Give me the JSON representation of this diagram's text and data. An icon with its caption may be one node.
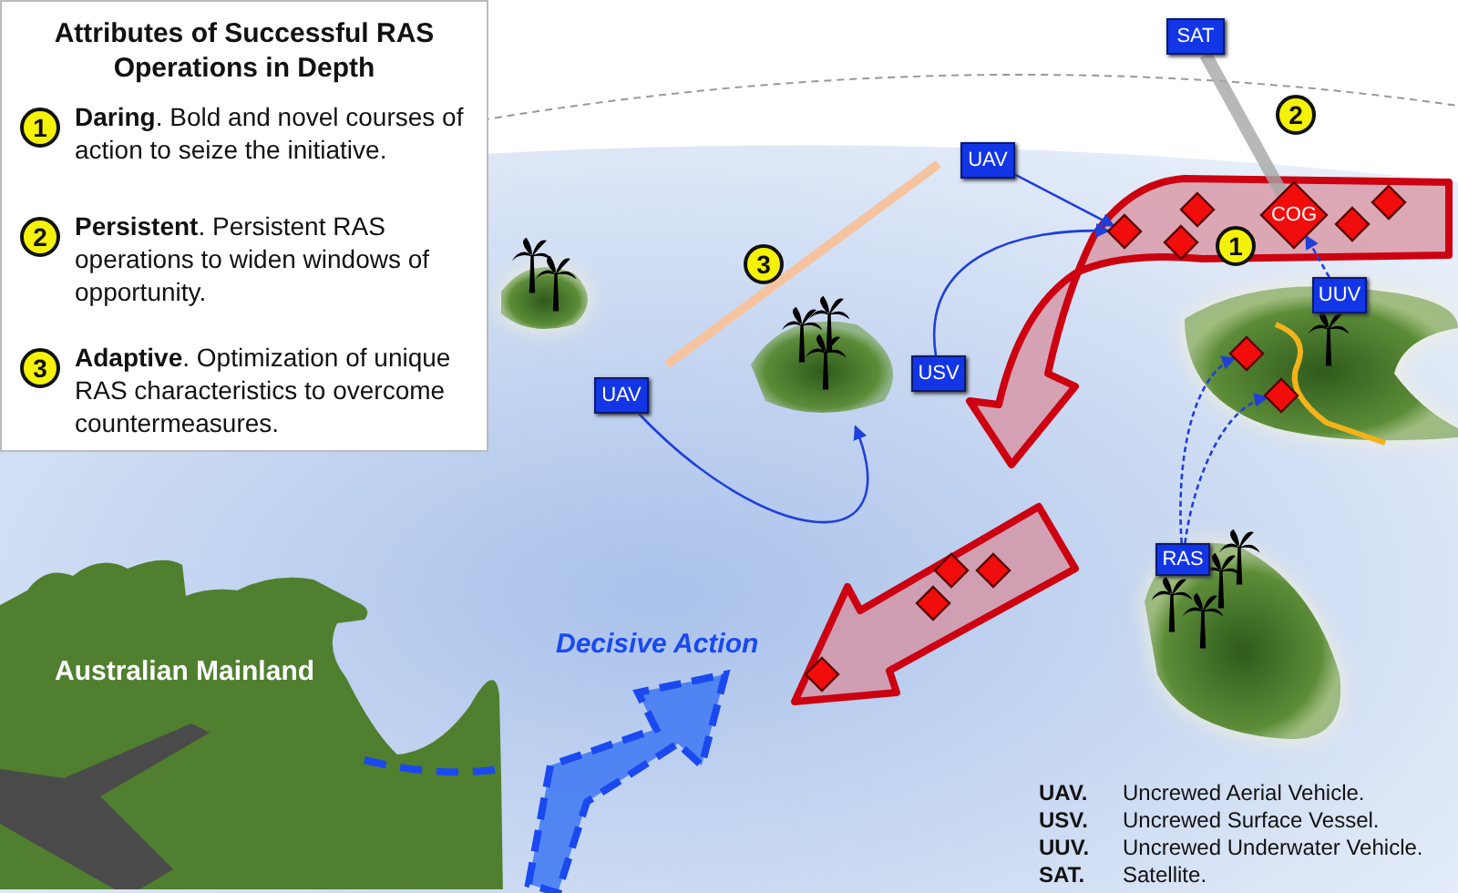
{
  "diagram": {
    "nodes": [
      {
        "text": [
          "Attributes of Successful RAS Operations in Depth"
        ]
      },
      {
        "text": [
          "1"
        ],
        "in": 0,
        "beside": [
          "**Daring**. Bold and novel courses of action to seize the initiative."
        ]
      },
      {
        "text": [
          "2"
        ],
        "in": 0,
        "beside": [
          "**Persistent**. Persistent RAS operations to widen windows of opportunity."
        ]
      },
      {
        "text": [
          "3"
        ],
        "in": 0,
        "beside": [
          "**Adaptive**. Optimization of unique RAS characteristics to overcome countermeasures."
        ]
      },
      {
        "text": [
          "SAT"
        ]
      },
      {
        "text": [
          "2"
        ]
      },
      {
        "text": [
          "UAV"
        ]
      },
      {
        "text": [
          "3"
        ]
      },
      {
        "text": [],
        "shape": "diamond"
      },
      {
        "text": [],
        "shape": "diamond"
      },
      {
        "text": [],
        "shape": "diamond"
      },
      {
        "text": [
          "COG"
        ]
      },
      {
        "text": [
          "1"
        ]
      },
      {
        "text": [],
        "shape": "diamond"
      },
      {
        "text": [],
        "shape": "diamond"
      },
      {
        "text": [
          "UUV"
        ]
      },
      {
        "text": [
          "USV"
        ]
      },
      {
        "text": [
          "UAV"
        ]
      },
      {
        "text": [],
        "shape": "diamond"
      },
      {
        "text": [],
        "shape": "diamond"
      },
      {
        "text": [
          "RAS"
        ]
      },
      {
        "text": [],
        "shape": "diamond"
      },
      {
        "text": [],
        "shape": "diamond"
      },
      {
        "text": [],
        "shape": "diamond"
      },
      {
        "text": [],
        "shape": "diamond"
      },
      {
        "text": [
          "Australian Mainland"
        ]
      },
      {
        "text": [],
        "shape": "island"
      }
    ],
    "edges": [
      {
        "from": 6,
        "to": 8,
        "arrow": "to"
      },
      {
        "from": 16,
        "to": 8,
        "arrow": "to"
      },
      {
        "from": 15,
        "to": 11,
        "arrow": "to",
        "style": "dashed"
      },
      {
        "from": 20,
        "to": 18,
        "arrow": "to",
        "style": "dashed"
      },
      {
        "from": 20,
        "to": 19,
        "arrow": "to",
        "style": "dashed"
      },
      {
        "from": 17,
        "to": 26,
        "arrow": "to"
      },
      {
        "from": 4,
        "to": 11,
        "arrow": "none",
        "style": "thick",
        "color": "#a6a6a6"
      }
    ],
    "labels": [
      "Decisive Action",
      "UAV.",
      "Uncrewed Aerial Vehicle.",
      "USV.",
      "Uncrewed Surface Vessel.",
      "UUV.",
      "Uncrewed Underwater Vehicle.",
      "SAT.",
      "Satellite."
    ]
  }
}
